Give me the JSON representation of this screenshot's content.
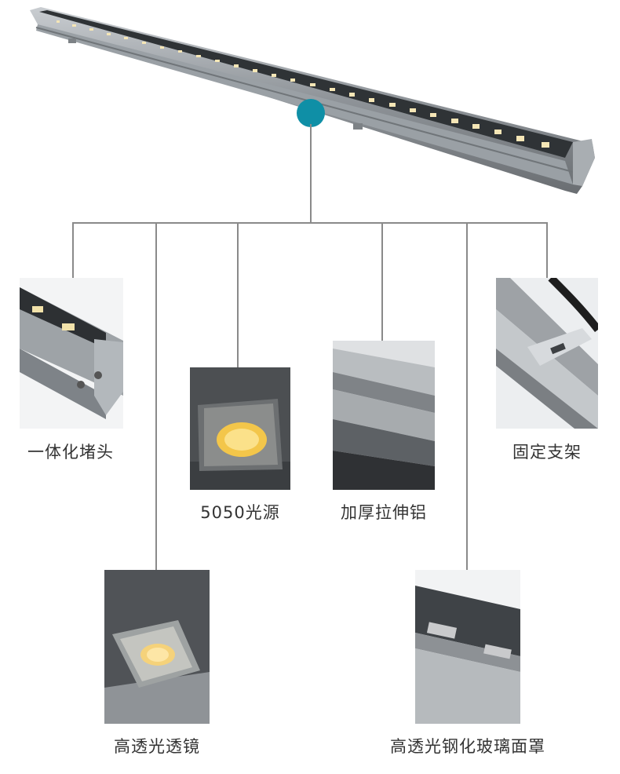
{
  "colors": {
    "accent_dot": "#0f8fa6",
    "connector_line": "#8a8a8a",
    "caption_text": "#333333"
  },
  "product": {
    "image_icon": "led-wall-washer-bar"
  },
  "features": [
    {
      "label": "一体化堵头",
      "icon": "end-cap-photo"
    },
    {
      "label": "5050光源",
      "icon": "led-chip-photo"
    },
    {
      "label": "加厚拉伸铝",
      "icon": "aluminum-profile-photo"
    },
    {
      "label": "固定支架",
      "icon": "mounting-bracket-photo"
    },
    {
      "label": "高透光透镜",
      "icon": "lens-photo"
    },
    {
      "label": "高透光钢化玻璃面罩",
      "icon": "tempered-glass-cover-photo"
    }
  ]
}
